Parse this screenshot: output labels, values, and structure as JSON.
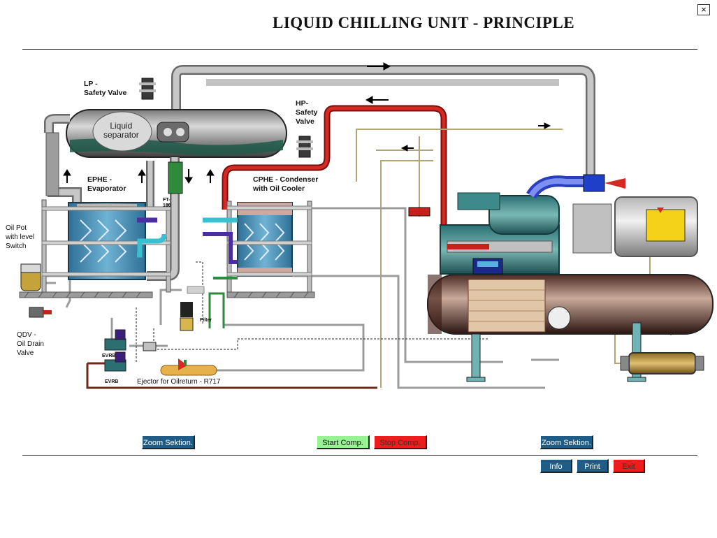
{
  "window": {
    "title": "LIQUID CHILLING UNIT - PRINCIPLE",
    "close_label": "×"
  },
  "labels": {
    "lp_safety": "LP -\nSafety Valve",
    "liquid_separator": "Liquid\nseparator",
    "hp_safety": "HP-\nSafety\nValve",
    "ephe": "EPHE -\nEvaporator",
    "cphe": "CPHE - Condenser\nwith Oil Cooler",
    "oil_pot": "Oil Pot\nwith level\nSwitch",
    "qdv": "QDV -\nOil Drain\nValve",
    "evrb_1": "EVRB",
    "evrb_2": "EVRB",
    "ejector": "Ejector for Oilreturn - R717",
    "filter": "Filter",
    "ft": "FT-\n100"
  },
  "buttons": {
    "zoom_left": "Zoom Sektion.",
    "start_comp": "Start Comp.",
    "stop_comp": "Stop Comp.",
    "zoom_right": "Zoom Sektion.",
    "info": "Info",
    "print": "Print",
    "exit": "Exit"
  },
  "colors": {
    "hp_pipe": "#c8211c",
    "lp_pipe": "#a9a9a9",
    "liquid_pipe": "#5a9fb0",
    "oil_pipe": "#6d2a1a",
    "btn_blue": "#1f5c86",
    "btn_green": "#97f291",
    "btn_red": "#ee1c1c"
  }
}
